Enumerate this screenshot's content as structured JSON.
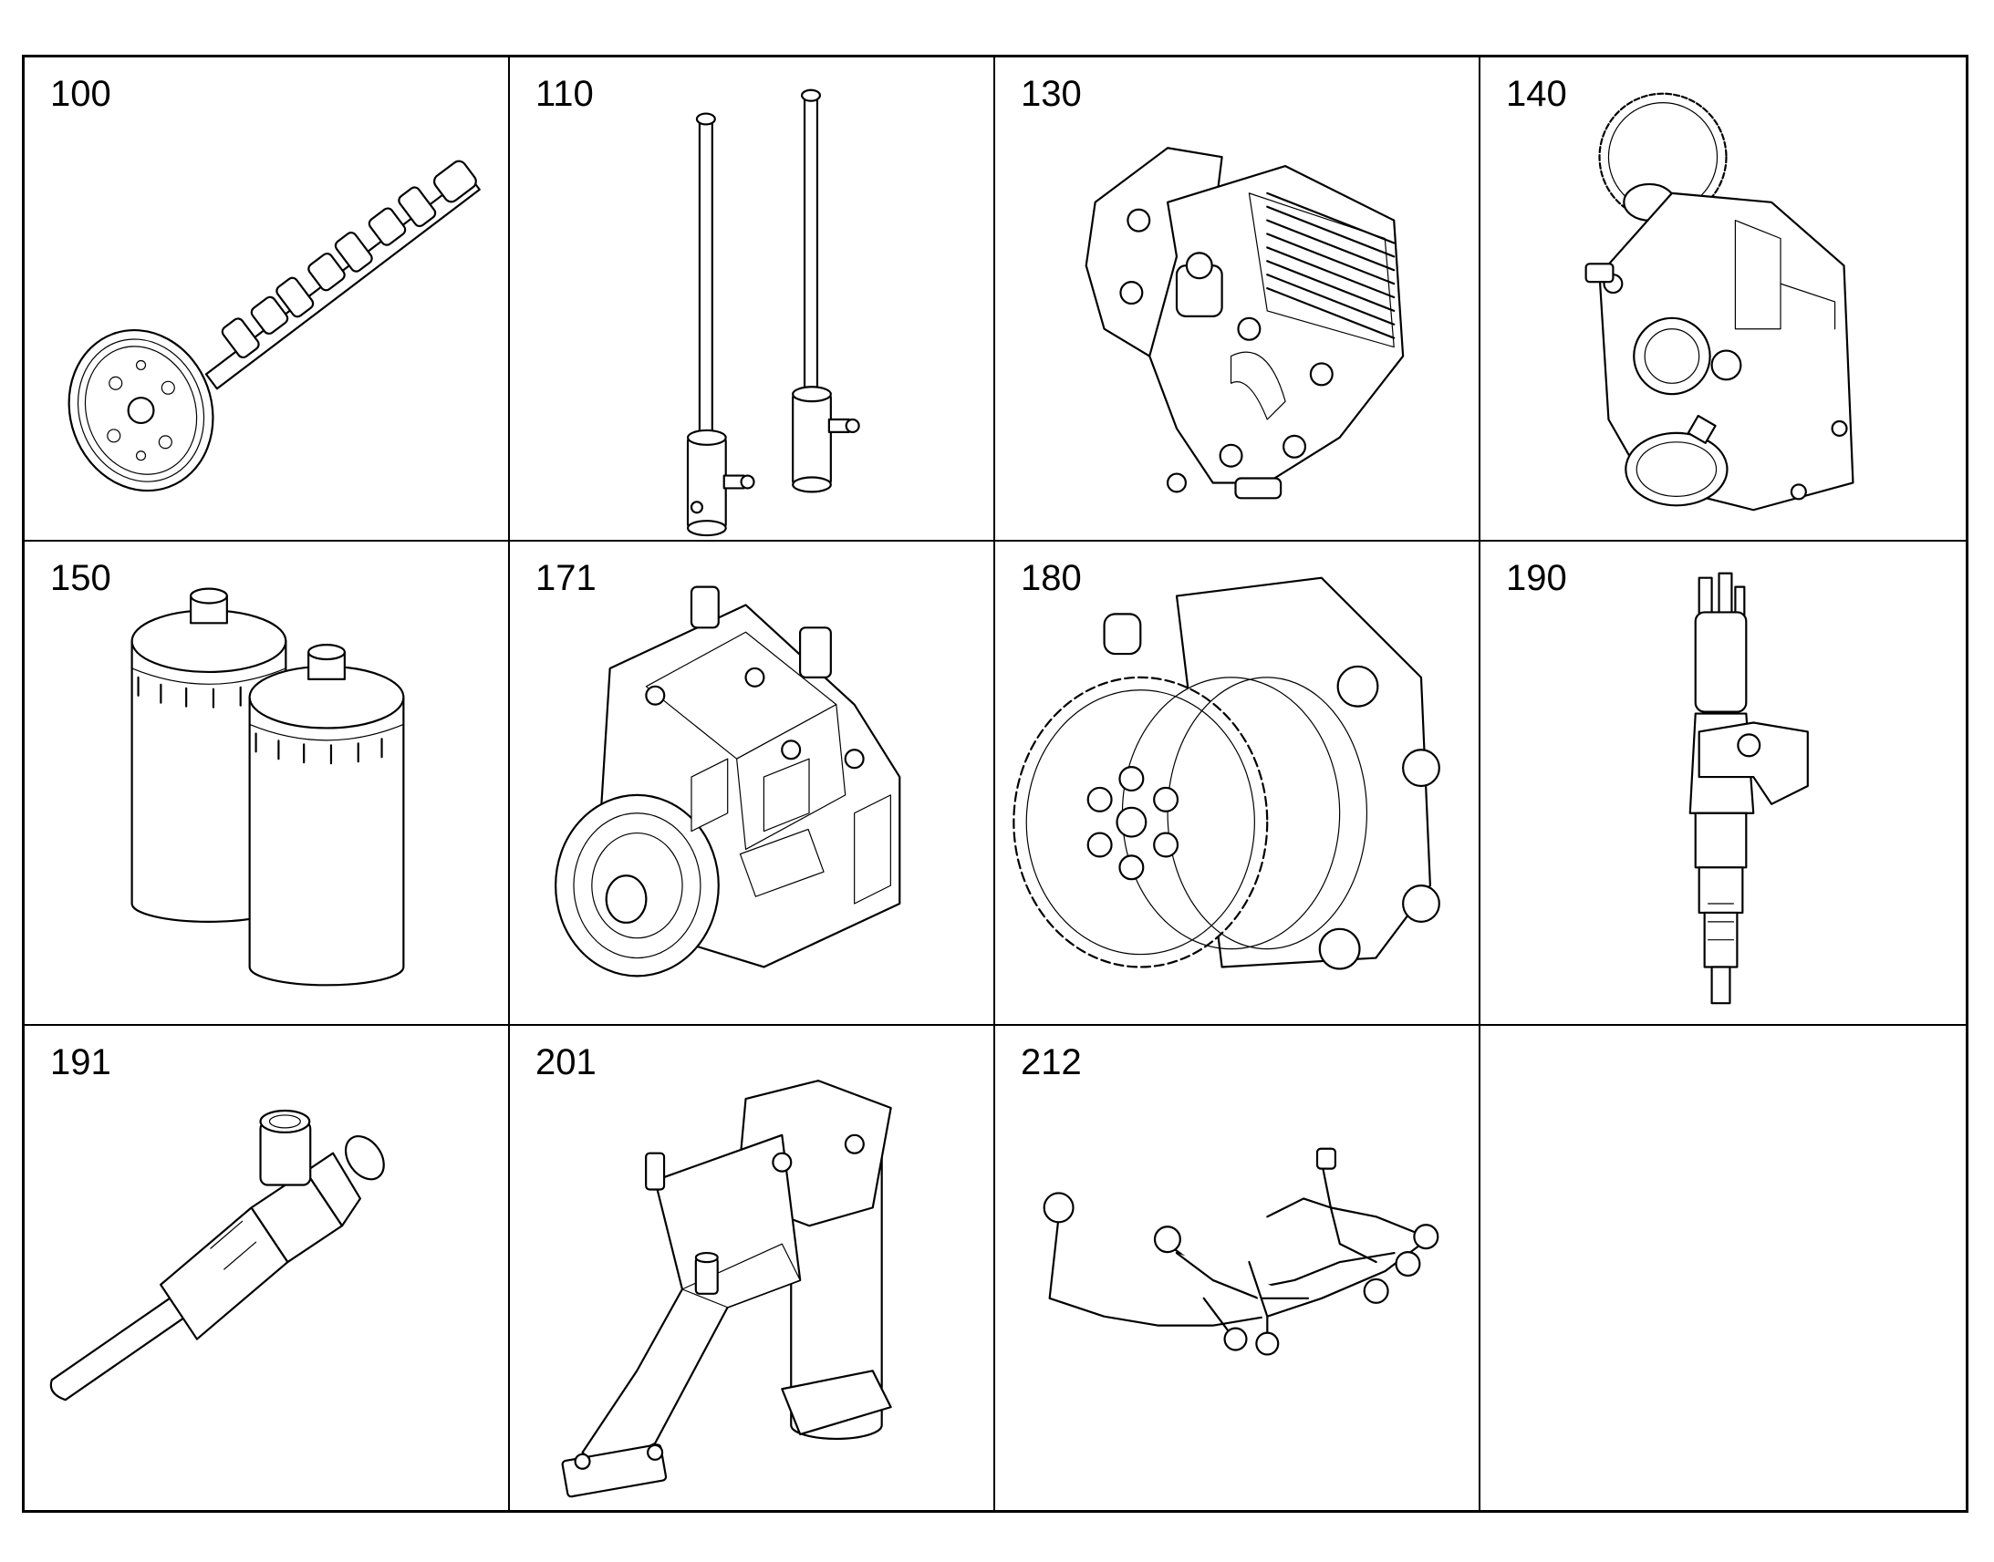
{
  "parts": [
    {
      "number": "100",
      "icon": "camshaft-icon"
    },
    {
      "number": "110",
      "icon": "push-rods-icon"
    },
    {
      "number": "130",
      "icon": "oil-cooler-housing-icon"
    },
    {
      "number": "140",
      "icon": "gear-housing-icon"
    },
    {
      "number": "150",
      "icon": "filter-cartridges-icon"
    },
    {
      "number": "171",
      "icon": "high-pressure-pump-icon"
    },
    {
      "number": "180",
      "icon": "drive-gear-assembly-icon"
    },
    {
      "number": "190",
      "icon": "injector-icon"
    },
    {
      "number": "191",
      "icon": "nozzle-holder-icon"
    },
    {
      "number": "201",
      "icon": "filter-bracket-icon"
    },
    {
      "number": "212",
      "icon": "fuel-line-harness-icon"
    },
    {
      "number": "",
      "icon": ""
    }
  ]
}
